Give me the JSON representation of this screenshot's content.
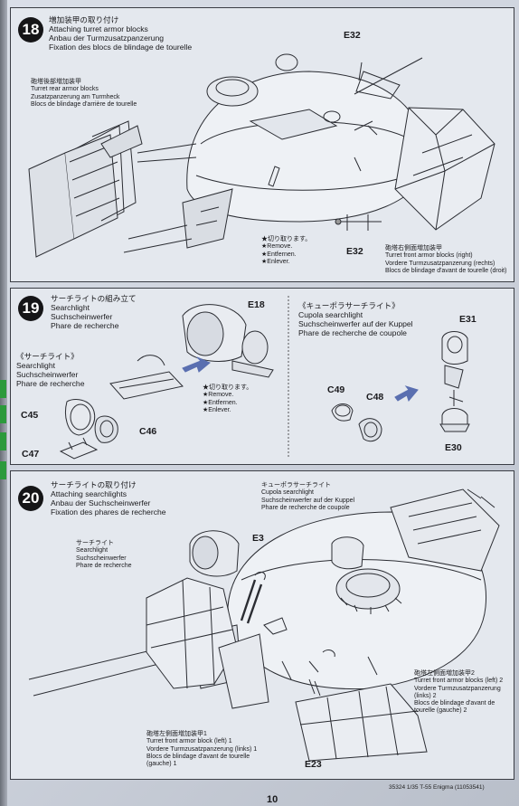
{
  "step18": {
    "number": "18",
    "title_ja": "増加装甲の取り付け",
    "title_en": "Attaching turret armor blocks",
    "title_de": "Anbau der Turmzusatzpanzerung",
    "title_fr": "Fixation des blocs de blindage de tourelle",
    "rear_ja": "砲塔後部増加装甲",
    "rear_en": "Turret rear armor blocks",
    "rear_de": "Zusatzpanzerung am Turmheck",
    "rear_fr": "Blocs de blindage d'arrière de tourelle",
    "part_e32_top": "E32",
    "part_e32_bottom": "E32",
    "cut_ja": "★切り取ります。",
    "cut_en": "★Remove.",
    "cut_de": "★Entfernen.",
    "cut_fr": "★Enlever.",
    "front_ja": "砲塔右側面増加装甲",
    "front_en": "Turret front armor blocks (right)",
    "front_de": "Vordere Turmzusatzpanzerung (rechts)",
    "front_fr": "Blocs de blindage d'avant de tourelle (droit)"
  },
  "step19": {
    "number": "19",
    "title_ja": "サーチライトの組み立て",
    "title_en": "Searchlight",
    "title_de": "Suchscheinwerfer",
    "title_fr": "Phare de recherche",
    "sub_ja": "《サーチライト》",
    "sub_en": "Searchlight",
    "sub_de": "Suchscheinwerfer",
    "sub_fr": "Phare de recherche",
    "part_e18": "E18",
    "part_c45": "C45",
    "part_c46": "C46",
    "part_c47": "C47",
    "cut_ja": "★切り取ります。",
    "cut_en": "★Remove.",
    "cut_de": "★Entfernen.",
    "cut_fr": "★Enlever.",
    "cupola_ja": "《キューポラサーチライト》",
    "cupola_en": "Cupola searchlight",
    "cupola_de": "Suchscheinwerfer auf der Kuppel",
    "cupola_fr": "Phare de recherche de coupole",
    "part_c49": "C49",
    "part_c48": "C48",
    "part_e31": "E31",
    "part_e30": "E30"
  },
  "step20": {
    "number": "20",
    "title_ja": "サーチライトの取り付け",
    "title_en": "Attaching searchlights",
    "title_de": "Anbau der Suchscheinwerfer",
    "title_fr": "Fixation des phares de recherche",
    "cupola_ja": "キューポラサーチライト",
    "cupola_en": "Cupola searchlight",
    "cupola_de": "Suchscheinwerfer auf der Kuppel",
    "cupola_fr": "Phare de recherche de coupole",
    "search_ja": "サーチライト",
    "search_en": "Searchlight",
    "search_de": "Suchscheinwerfer",
    "search_fr": "Phare de recherche",
    "part_e3": "E3",
    "part_e23": "E23",
    "left2_ja": "砲塔左側面増加装甲2",
    "left2_en": "Turret front armor blocks (left) 2",
    "left2_de1": "Vordere Turmzusatzpanzerung",
    "left2_de2": "(links) 2",
    "left2_fr1": "Blocs de blindage d'avant de",
    "left2_fr2": "tourelle (gauche) 2",
    "left1_ja": "砲塔左側面増加装甲1",
    "left1_en": "Turret front armor block (left) 1",
    "left1_de": "Vordere Turmzusatzpanzerung (links) 1",
    "left1_fr1": "Blocs de blindage d'avant de tourelle",
    "left1_fr2": "(gauche) 1"
  },
  "footer": {
    "code": "35324  1/35 T-55 Enigma (11053541)",
    "page": "10"
  }
}
